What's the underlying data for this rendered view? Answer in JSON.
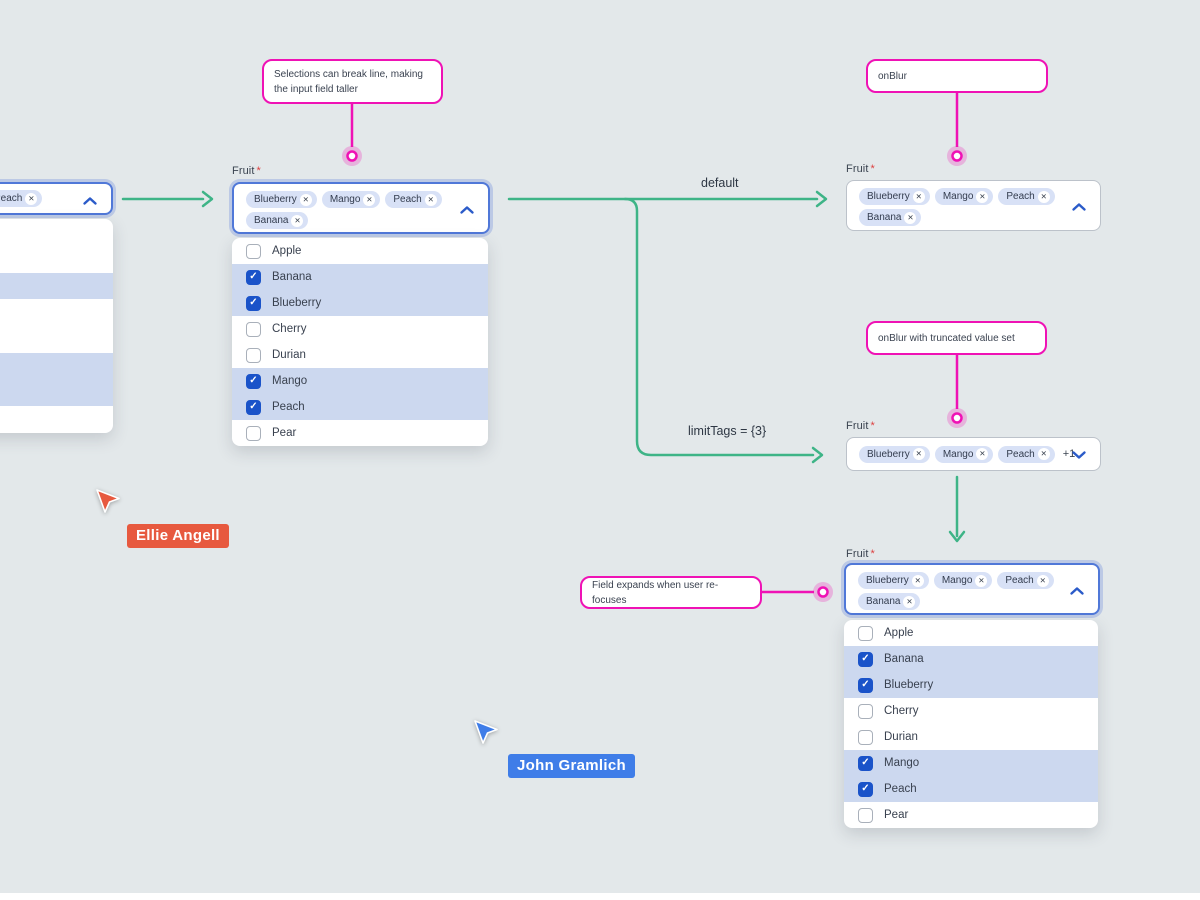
{
  "canvas": {
    "background": "#e3e8ea"
  },
  "colors": {
    "connector_green": "#3eb487",
    "annotation_pink": "#ef12b5",
    "focus_blue": "#5078d8",
    "chip_bg": "#d8e1f6",
    "selected_row_bg": "#ccd8ef",
    "checkbox_blue": "#1a53c9",
    "chevron_blue": "#2b5bc9",
    "ellie_orange": "#e7593f",
    "john_blue": "#3f7de8"
  },
  "icons": {
    "close": "✕",
    "check": "✓"
  },
  "annotations": {
    "break_line": {
      "text": "Selections can break line, making the input field taller"
    },
    "on_blur": {
      "text": "onBlur"
    },
    "on_blur_truncated": {
      "text": "onBlur with truncated value set"
    },
    "field_expands": {
      "text": "Field expands when user re-focuses"
    }
  },
  "arrow_labels": {
    "default": "default",
    "limit_tags": "limitTags = {3}"
  },
  "select_field": {
    "label": "Fruit",
    "required_mark": "*",
    "chips": [
      "Blueberry",
      "Mango",
      "Peach",
      "Banana"
    ],
    "truncated_chips": [
      "Blueberry",
      "Mango",
      "Peach"
    ],
    "overflow_badge": "+1",
    "partial_chip": "Peach",
    "options": [
      {
        "label": "Apple",
        "checked": false
      },
      {
        "label": "Banana",
        "checked": true
      },
      {
        "label": "Blueberry",
        "checked": true
      },
      {
        "label": "Cherry",
        "checked": false
      },
      {
        "label": "Durian",
        "checked": false
      },
      {
        "label": "Mango",
        "checked": true
      },
      {
        "label": "Peach",
        "checked": true
      },
      {
        "label": "Pear",
        "checked": false
      }
    ]
  },
  "cursors": {
    "ellie": {
      "name": "Ellie Angell"
    },
    "john": {
      "name": "John Gramlich"
    }
  }
}
